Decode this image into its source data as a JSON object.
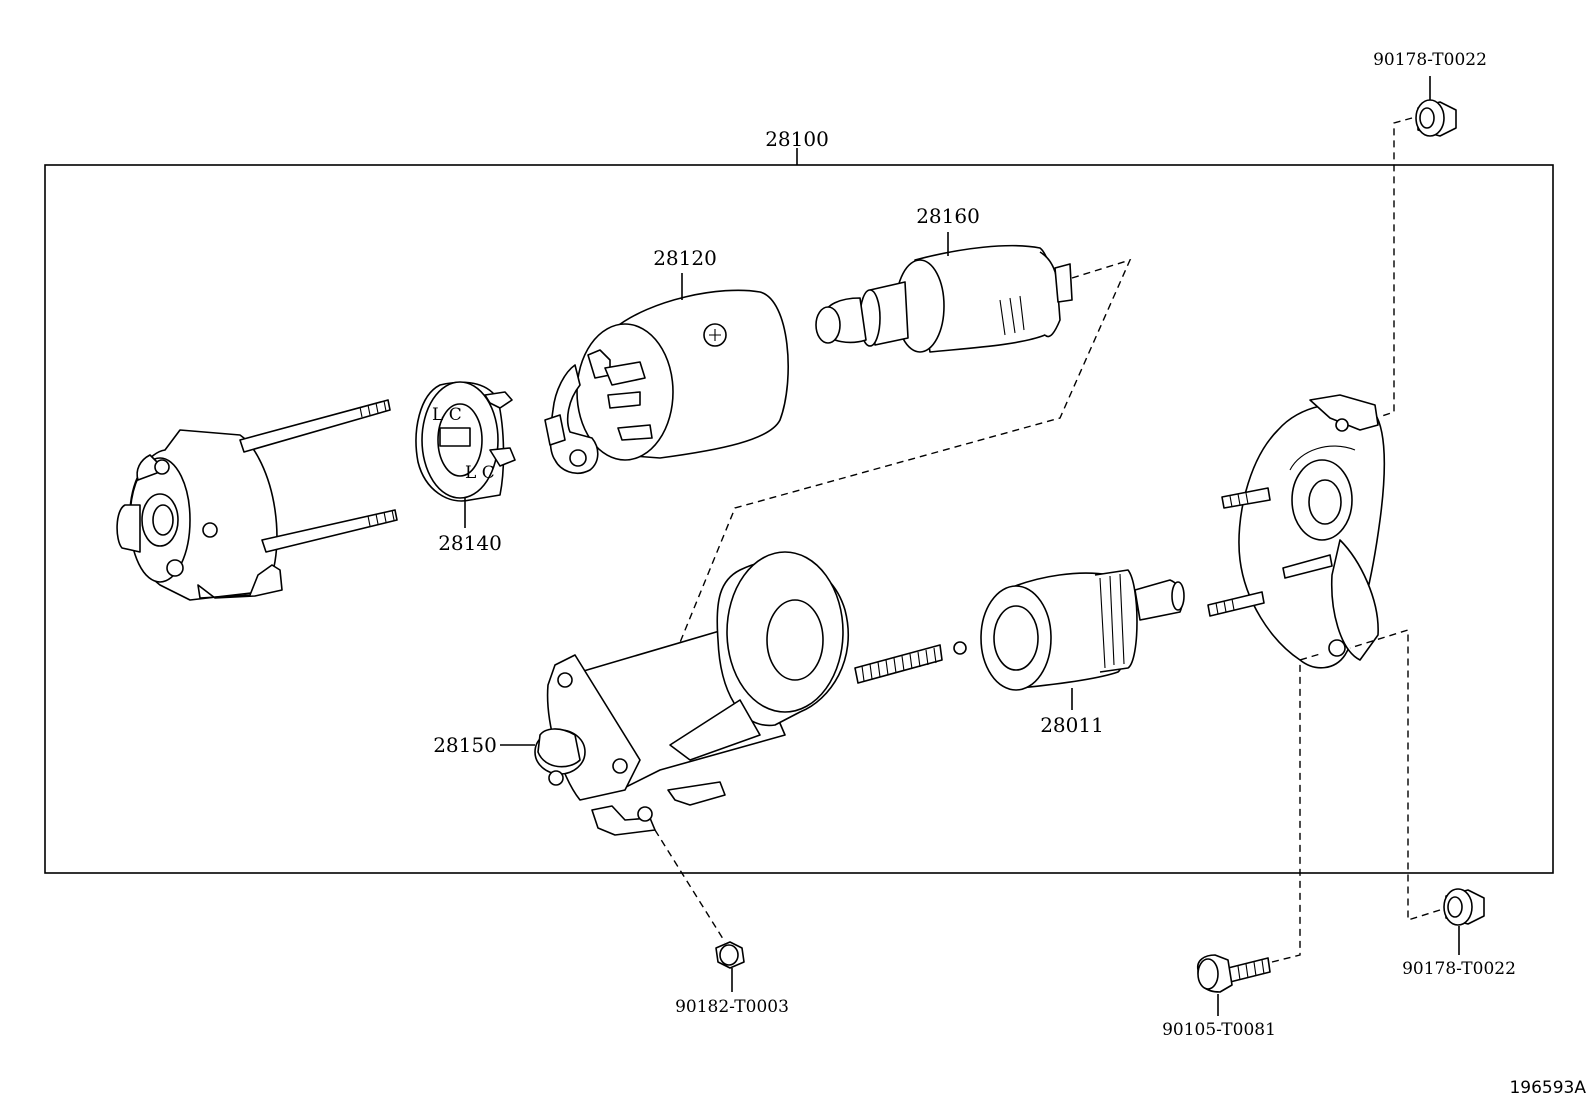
{
  "diagram": {
    "reference_code": "196593A",
    "assembly": {
      "part_number": "28100"
    },
    "parts": [
      {
        "id": "solenoid-switch",
        "part_number": "28120"
      },
      {
        "id": "armature-yoke",
        "part_number": "28160"
      },
      {
        "id": "brush-holder",
        "part_number": "28140"
      },
      {
        "id": "starter-housing",
        "part_number": "28150"
      },
      {
        "id": "clutch-assembly",
        "part_number": "28011"
      }
    ],
    "fasteners": [
      {
        "id": "nut-top",
        "part_number": "90178-T0022"
      },
      {
        "id": "nut-bottom",
        "part_number": "90178-T0022"
      },
      {
        "id": "bolt",
        "part_number": "90105-T0081"
      },
      {
        "id": "terminal-nut",
        "part_number": "90182-T0003"
      }
    ]
  }
}
